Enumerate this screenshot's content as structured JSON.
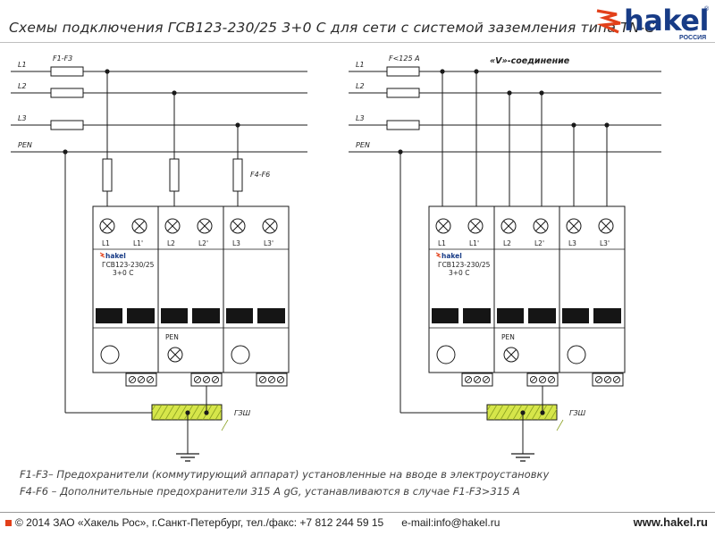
{
  "header": {
    "title": "Схемы подключения ГСВ123-230/25 3+0 С для сети с системой заземления типа TN-C",
    "logo": "hakel",
    "logo_sub": "РОССИЯ",
    "logo_reg": "®"
  },
  "left_diagram": {
    "lines": [
      "L1",
      "L2",
      "L3",
      "PEN"
    ],
    "fuse_main": "F1-F3",
    "fuse_extra": "F4-F6",
    "device_brand": "hakel",
    "device_model": "ГСВ123-230/25",
    "device_config": "3+0 С",
    "terminals": [
      "L1",
      "L1'",
      "L2",
      "L2'",
      "L3",
      "L3'"
    ],
    "pen": "PEN",
    "ground_bus": "ГЗШ"
  },
  "right_diagram": {
    "lines": [
      "L1",
      "L2",
      "L3",
      "PEN"
    ],
    "fuse_main": "F<125 A",
    "connection": "«V»-соединение",
    "device_brand": "hakel",
    "device_model": "ГСВ123-230/25",
    "device_config": "3+0 С",
    "terminals": [
      "L1",
      "L1'",
      "L2",
      "L2'",
      "L3",
      "L3'"
    ],
    "pen": "PEN",
    "ground_bus": "ГЗШ"
  },
  "notes": [
    "F1-F3– Предохранители (коммутирующий аппарат) установленные на вводе в электроустановку",
    "F4-F6 – Дополнительные предохранители 315 А gG, устанавливаются в случае F1-F3>315 А"
  ],
  "footer": {
    "copyright": "© 2014 ЗАО «Хакель Рос», г.Санкт-Петербург, тел./факс: +7 812 244 59 15",
    "email": "e-mail:info@hakel.ru",
    "website": "www.hakel.ru"
  },
  "colors": {
    "brand": "#173b86",
    "accent": "#e2401a",
    "bus_fill": "#d6e64a",
    "module_dark": "#151515"
  }
}
